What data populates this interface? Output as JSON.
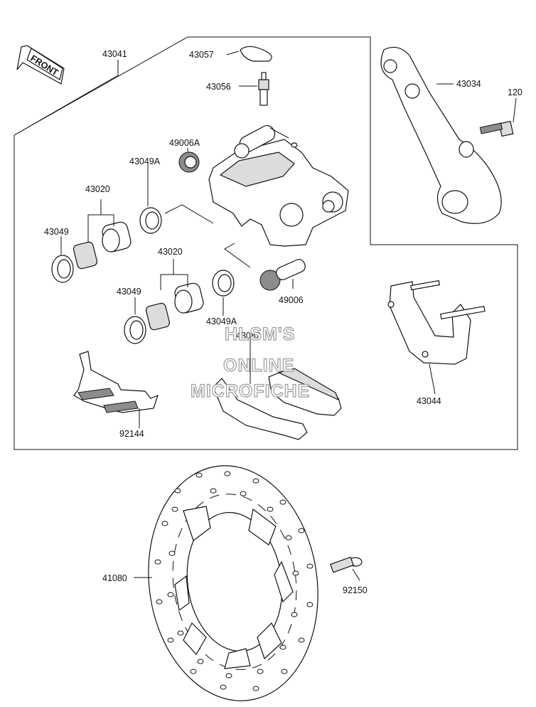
{
  "diagram": {
    "front_label": "FRONT",
    "watermark": [
      "HLSM'S",
      "ONLINE",
      "MICROFICHE"
    ],
    "parts": {
      "p43041": "43041",
      "p43057": "43057",
      "p43056": "43056",
      "p49006A": "49006A",
      "p43049A_top": "43049A",
      "p43020_top": "43020",
      "p43049_top": "43049",
      "p43020_bottom": "43020",
      "p43049_bottom": "43049",
      "p43049A_bottom": "43049A",
      "p49006": "49006",
      "p43082": "43082",
      "p92144": "92144",
      "p43034": "43034",
      "p120": "120",
      "p43044": "43044",
      "p41080": "41080",
      "p92150": "92150"
    }
  }
}
